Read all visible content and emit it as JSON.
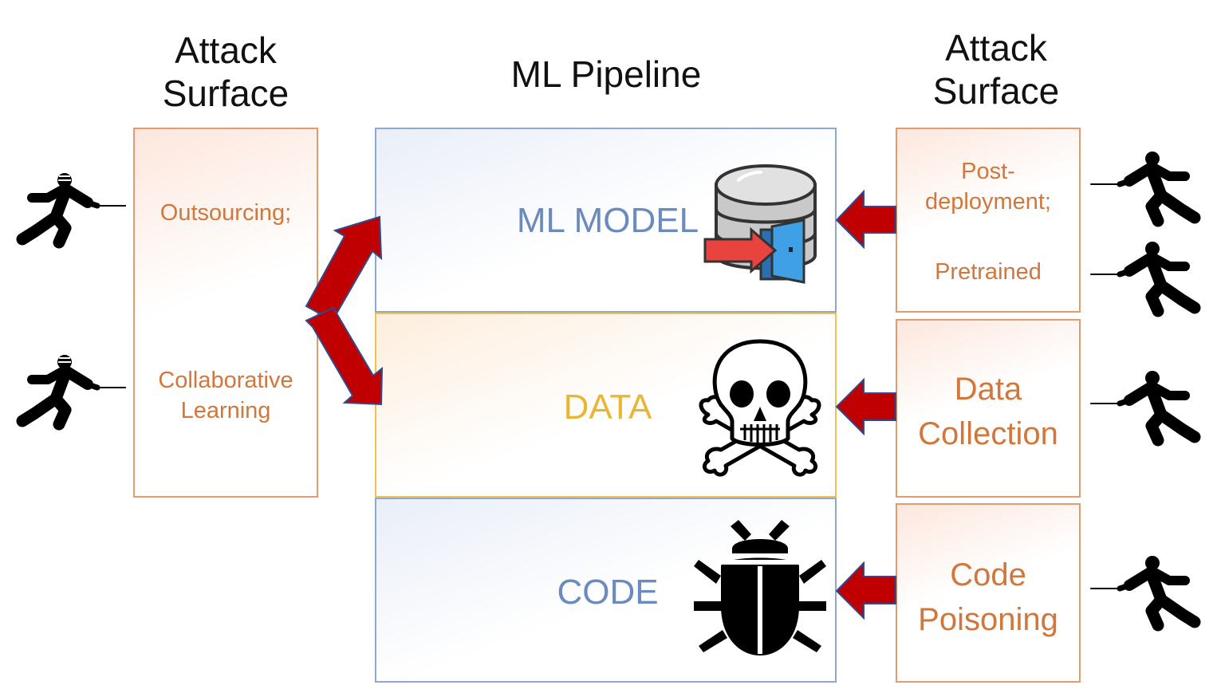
{
  "titles": {
    "left_line1": "Attack",
    "left_line2": "Surface",
    "center": "ML Pipeline",
    "right_line1": "Attack",
    "right_line2": "Surface"
  },
  "left_box": {
    "item1": "Outsourcing;",
    "item2_line1": "Collaborative",
    "item2_line2": "Learning"
  },
  "pipeline": {
    "model_label": "ML MODEL",
    "data_label": "DATA",
    "code_label": "CODE"
  },
  "right_boxes": {
    "model_line1": "Post-",
    "model_line2": "deployment;",
    "model_line3": "Pretrained",
    "data_line1": "Data",
    "data_line2": "Collection",
    "code_line1": "Code",
    "code_line2": "Poisoning"
  },
  "colors": {
    "surface_text": "#d2773b",
    "surface_border": "#e39a6f",
    "model_text": "#6b8bbf",
    "data_text": "#e9b634",
    "code_text": "#6b8bbf",
    "arrow_fill": "#c00000",
    "arrow_stroke": "#2f4a8f"
  },
  "icons": {
    "model": "database-door-icon",
    "data": "skull-crossbones-icon",
    "code": "bug-icon",
    "attacker": "fencer-icon"
  }
}
